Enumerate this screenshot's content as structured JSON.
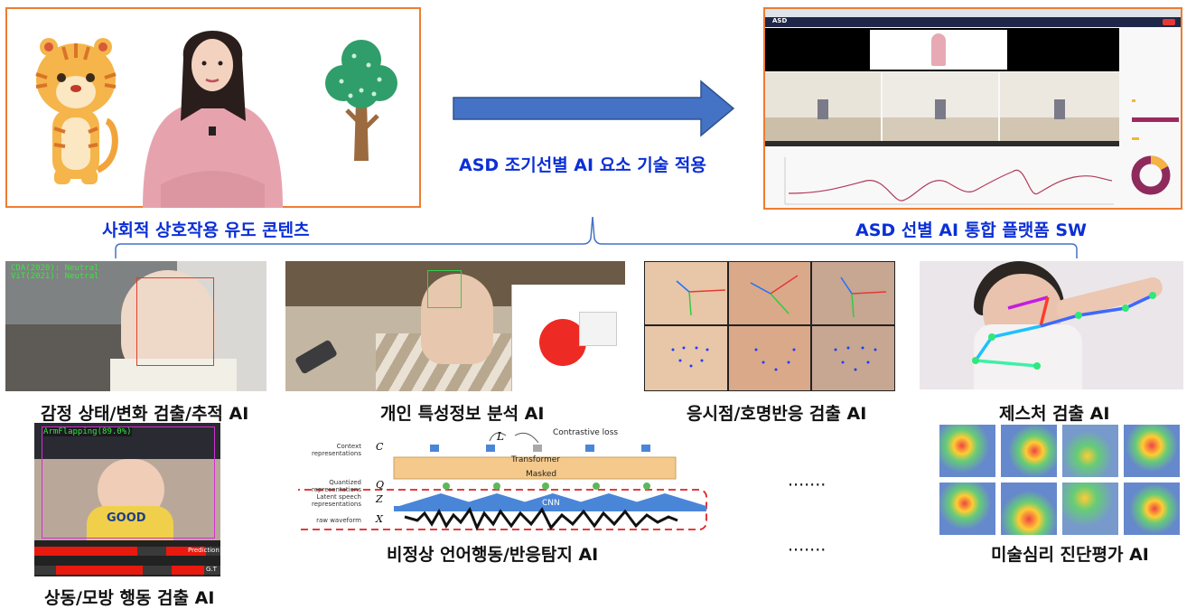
{
  "top": {
    "content_caption": "사회적 상호작용 유도 콘텐츠",
    "arrow_caption": "ASD 조기선별 AI 요소 기술 적용",
    "platform_caption": "ASD 선별 AI 통합 플랫폼 SW",
    "platform_app_name": "ASD"
  },
  "modules": {
    "emotion": {
      "caption": "감정 상태/변화 검출/추적 AI",
      "overlay_line1": "CDA(2020): Neutral",
      "overlay_line2": "ViT(2021): Neutral"
    },
    "personal": {
      "caption": "개인 특성정보 분석 AI"
    },
    "gaze": {
      "caption": "응시점/호명반응 검출 AI"
    },
    "gesture": {
      "caption": "제스처 검출 AI"
    },
    "stereotyped": {
      "caption": "상동/모방 행동 검출 AI",
      "overlay_label": "ArmFlapping(89.0%)",
      "shirt_text": "GOOD",
      "prediction_label": "Prediction",
      "gt_label": "G.T"
    },
    "speech": {
      "caption": "비정상 언어행동/반응탐지 AI",
      "contrastive_loss": "Contrastive loss",
      "transformer": "Transformer",
      "masked": "Masked",
      "cnn": "CNN",
      "row_labels": [
        "Context representations",
        "Quantized representations",
        "Latent speech representations",
        "raw waveform"
      ],
      "row_symbols": [
        "C",
        "Q",
        "Z",
        "X"
      ],
      "loss_symbol": "L"
    },
    "art": {
      "caption": "미술심리 진단평가 AI"
    },
    "ellipsis1": "·······",
    "ellipsis2": "·······"
  },
  "colors": {
    "frame": "#ed7d31",
    "arrow": "#4472c4",
    "caption_blue": "#0b2fd6",
    "bracket": "#4472c4"
  }
}
